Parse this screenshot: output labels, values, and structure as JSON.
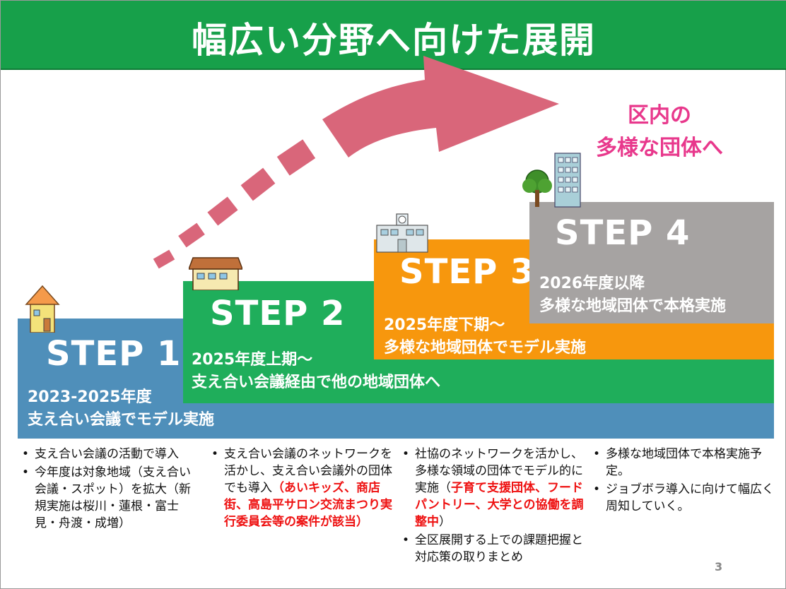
{
  "title": "幅広い分野へ向けた展開",
  "target": {
    "line1": "区内の",
    "line2": "多様な団体へ"
  },
  "steps": [
    {
      "label": "STEP 1",
      "desc1": "2023-2025年度",
      "desc2": "支え合い会議でモデル実施",
      "color": "#4f8fba"
    },
    {
      "label": "STEP 2",
      "desc1": "2025年度上期～",
      "desc2": "支え合い会議経由で他の地域団体へ",
      "color": "#1fae5b"
    },
    {
      "label": "STEP 3",
      "desc1": "2025年度下期～",
      "desc2": "多様な地域団体でモデル実施",
      "color": "#f7970d"
    },
    {
      "label": "STEP 4",
      "desc1": "2026年度以降",
      "desc2": "多様な地域団体で本格実施",
      "color": "#a6a3a2"
    }
  ],
  "columns": [
    {
      "bullets": [
        {
          "parts": [
            {
              "t": "支え合い会議の活動で導入"
            }
          ]
        },
        {
          "parts": [
            {
              "t": "今年度は対象地域（支え合い会議・スポット）を拡大（新規実施は桜川・蓮根・富士見・舟渡・成増）"
            }
          ]
        }
      ]
    },
    {
      "bullets": [
        {
          "parts": [
            {
              "t": "支え合い会議のネットワークを活かし、支え合い会議外の団体でも導入"
            },
            {
              "t": "（あいキッズ、商店街、高島平サロン交流まつり実行委員会等の案件が該当）",
              "red": true
            }
          ]
        }
      ]
    },
    {
      "bullets": [
        {
          "parts": [
            {
              "t": "社協のネットワークを活かし、多様な領域の団体でモデル的に実施（"
            },
            {
              "t": "子育て支援団体、フードパントリー、大学との協働を調整中",
              "red": true
            },
            {
              "t": "）"
            }
          ]
        },
        {
          "parts": [
            {
              "t": "全区展開する上での課題把握と対応策の取りまとめ"
            }
          ]
        }
      ]
    },
    {
      "bullets": [
        {
          "parts": [
            {
              "t": "多様な地域団体で本格実施予定。"
            }
          ]
        },
        {
          "parts": [
            {
              "t": "ジョブボラ導入に向けて幅広く周知していく。"
            }
          ]
        }
      ]
    }
  ],
  "page_number": "3",
  "colors": {
    "title_bg": "#17a04a",
    "arrow": "#d9667a",
    "target_text": "#e8388c",
    "highlight": "#ee1111"
  },
  "icons": [
    "house-icon",
    "house-icon",
    "school-icon",
    "tree-icon",
    "building-icon"
  ]
}
